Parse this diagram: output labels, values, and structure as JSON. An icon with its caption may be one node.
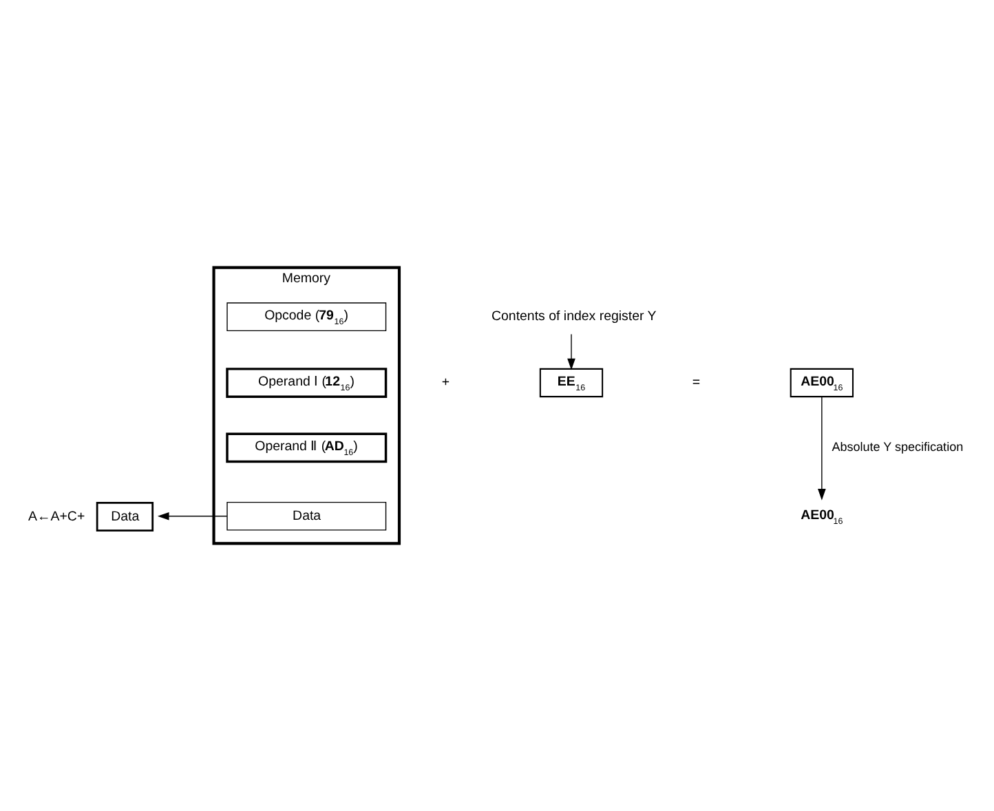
{
  "diagram": {
    "nodes": [
      {
        "text": [
          "Memory"
        ]
      },
      {
        "text": [
          "Opcode (**79**$_{16}$)"
        ],
        "in": 0
      },
      {
        "text": [
          "Operand Ⅰ (**12**$_{16}$)"
        ],
        "in": 0
      },
      {
        "text": [
          "Operand Ⅱ (**AD**$_{16}$)"
        ],
        "in": 0
      },
      {
        "text": [
          "Data"
        ],
        "in": 0
      },
      {
        "text": [
          "Contents of index register Y"
        ]
      },
      {
        "text": [
          "**EE**$_{16}$"
        ]
      },
      {
        "text": [
          "**AE00**$_{16}$"
        ]
      },
      {
        "text": [
          "**AE00**$_{16}$"
        ]
      },
      {
        "text": [
          "Data"
        ],
        "beside": [
          "A←A+C+"
        ]
      }
    ],
    "edges": [
      {
        "from": 5,
        "to": 6,
        "arrow": "to"
      },
      {
        "from": 7,
        "to": 8,
        "arrow": "to",
        "label": "Absolute Y specification"
      },
      {
        "from": 4,
        "to": 9,
        "arrow": "to"
      }
    ],
    "labels": [
      "+",
      "="
    ]
  }
}
